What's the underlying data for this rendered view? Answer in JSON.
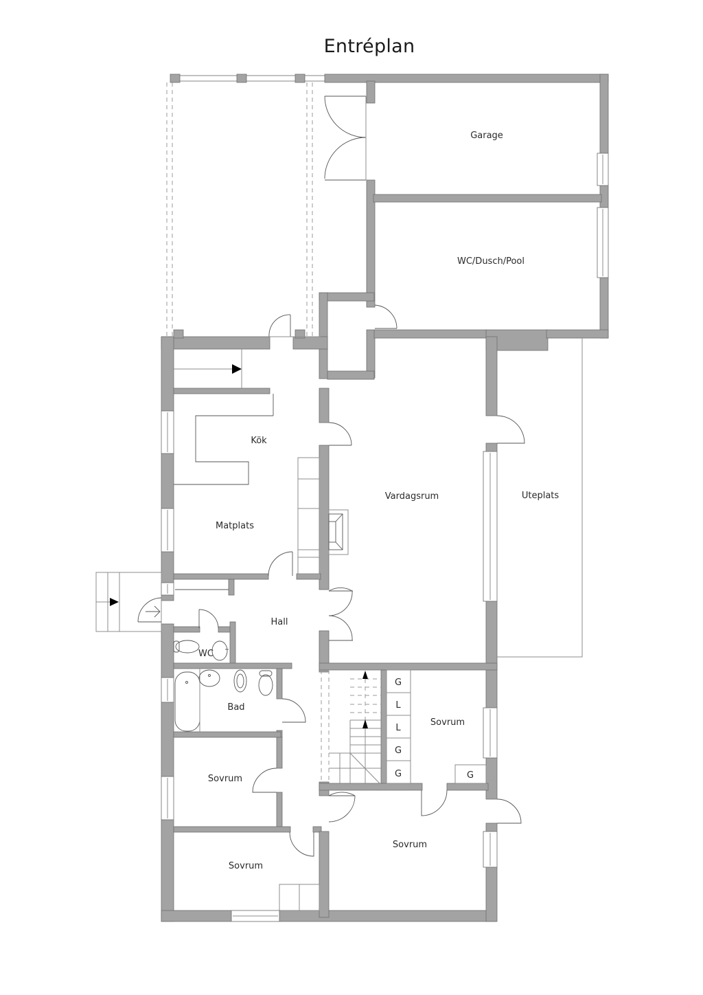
{
  "title": "Entréplan",
  "rooms": [
    {
      "id": "garage",
      "label": "Garage"
    },
    {
      "id": "wc-dusch-pool",
      "label": "WC/Dusch/Pool"
    },
    {
      "id": "kok",
      "label": "Kök"
    },
    {
      "id": "matplats",
      "label": "Matplats"
    },
    {
      "id": "vardagsrum",
      "label": "Vardagsrum"
    },
    {
      "id": "uteplats",
      "label": "Uteplats"
    },
    {
      "id": "hall",
      "label": "Hall"
    },
    {
      "id": "wc",
      "label": "WC"
    },
    {
      "id": "bad",
      "label": "Bad"
    },
    {
      "id": "sovrum-1",
      "label": "Sovrum"
    },
    {
      "id": "sovrum-2",
      "label": "Sovrum"
    },
    {
      "id": "sovrum-3",
      "label": "Sovrum"
    },
    {
      "id": "sovrum-4",
      "label": "Sovrum"
    }
  ],
  "closets": [
    "G",
    "L",
    "L",
    "G",
    "G",
    "G"
  ],
  "colors": {
    "wall": "#a3a3a3",
    "line": "#555555",
    "background": "#ffffff"
  }
}
